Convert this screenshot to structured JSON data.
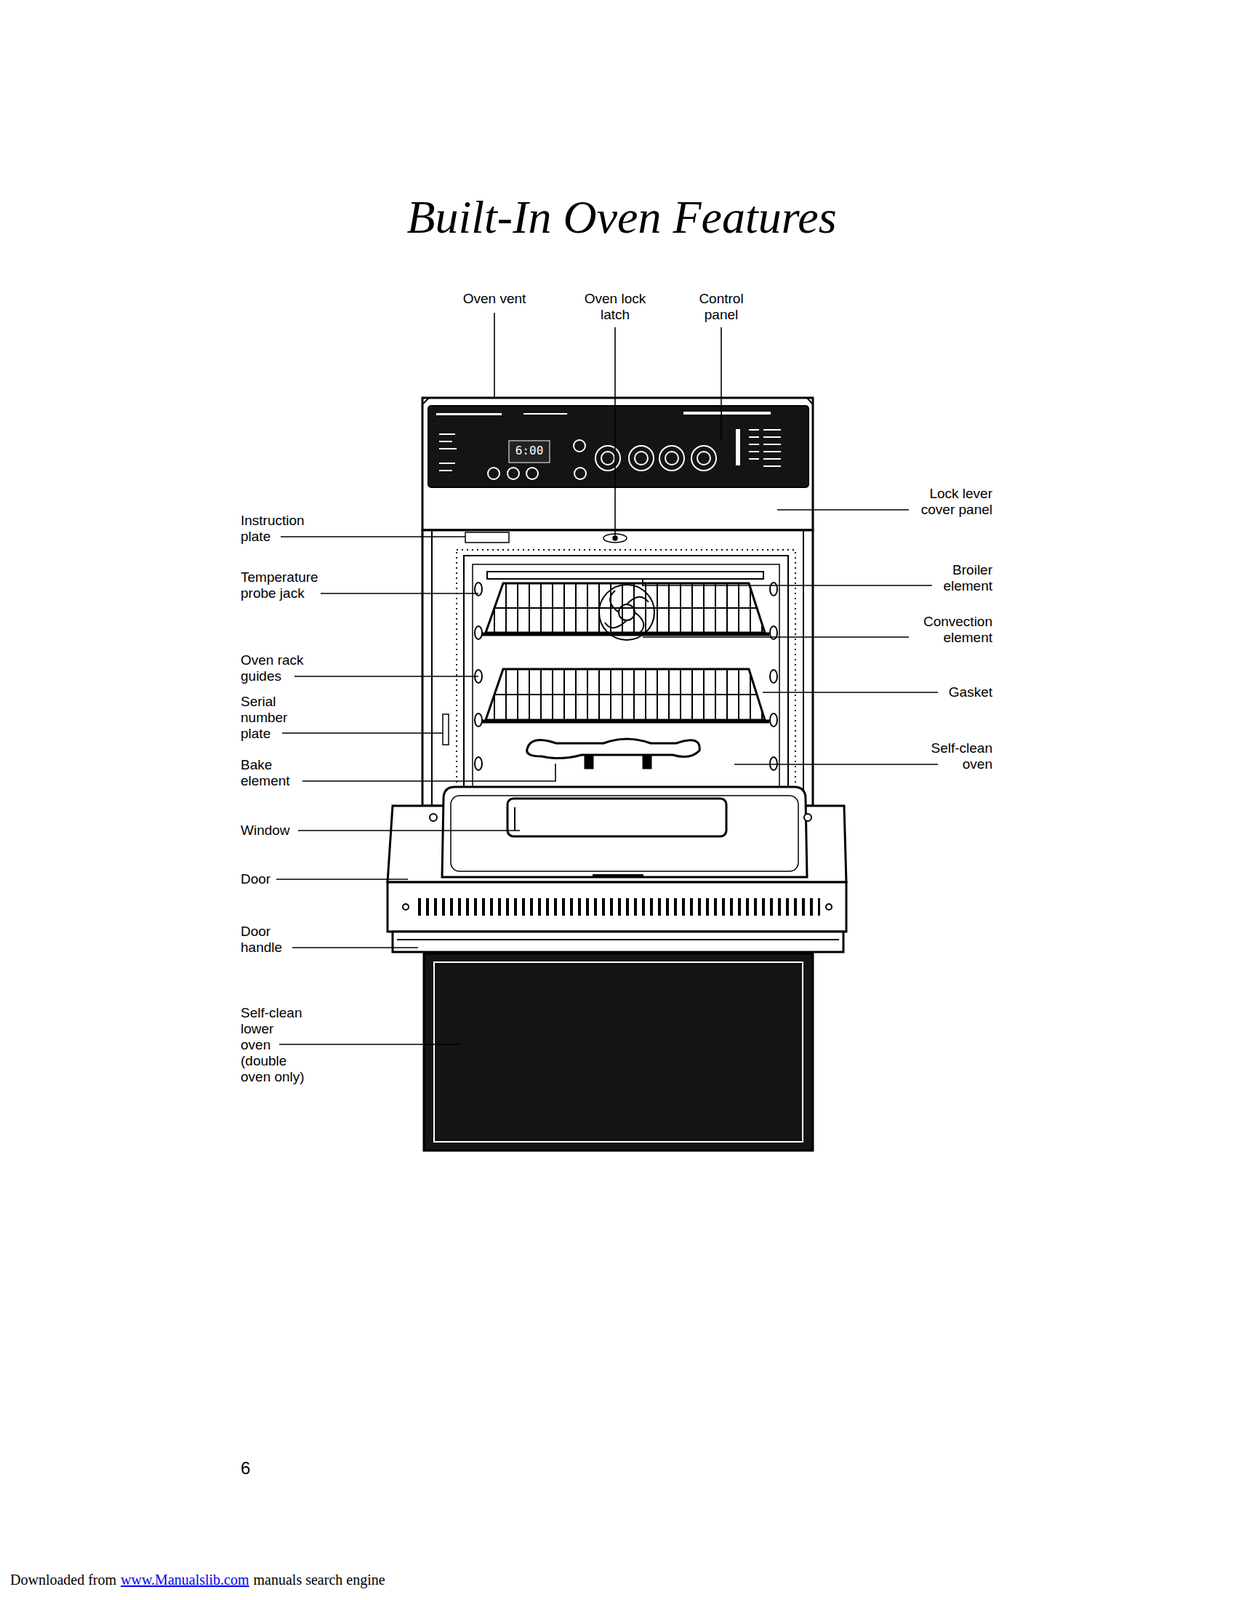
{
  "diagram": {
    "title": "Built-In Oven Features",
    "labels": [
      "Oven vent",
      "Oven lock latch",
      "Control panel",
      "6:00",
      "Instruction plate",
      "Lock lever cover panel",
      "Temperature probe jack",
      "Broiler element",
      "Convection element",
      "Oven rack guides",
      "Gasket",
      "Serial number plate",
      "Self-clean oven",
      "Bake element",
      "Window",
      "Door",
      "Door handle",
      "Self-clean lower oven (double oven only)",
      "6",
      "Downloaded from",
      "www.Manualslib.com",
      "manuals search engine"
    ]
  }
}
